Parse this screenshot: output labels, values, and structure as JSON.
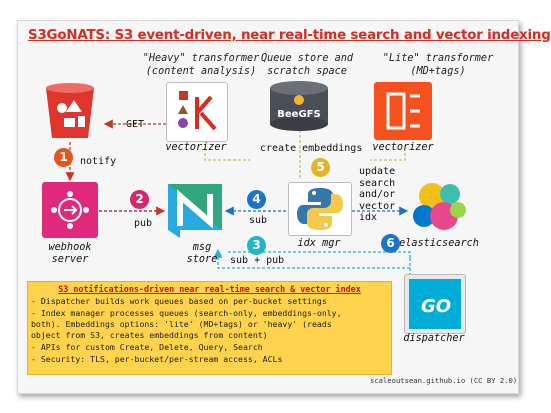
{
  "title": "S3GoNATS: S3 event-driven, near real-time search and vector indexing",
  "headers": {
    "heavy": [
      "\"Heavy\" transformer",
      "(content analysis)"
    ],
    "queue": [
      "Queue store and",
      "scratch space"
    ],
    "lite": [
      "\"Lite\" transformer",
      "(MD+tags)"
    ]
  },
  "nodes": {
    "webhook": [
      "webhook",
      "server"
    ],
    "heavy_vectorizer": "vectorizer",
    "beegfs": "BeeGFS",
    "lite_vectorizer": "vectorizer",
    "msg_store": [
      "msg",
      "store"
    ],
    "idx_mgr": "idx mgr",
    "elasticsearch": "elasticsearch",
    "dispatcher": "dispatcher",
    "dispatcher_logo": "GO"
  },
  "edges": {
    "get": "GET",
    "notify": "notify",
    "pub": "pub",
    "create_embeddings": "create embeddings",
    "sub": "sub",
    "update": [
      "update",
      "search",
      "and/or",
      "vector",
      "idx"
    ],
    "sub_pub": "sub + pub"
  },
  "badges": [
    {
      "n": "1",
      "color": "#e8541c"
    },
    {
      "n": "2",
      "color": "#d7266b"
    },
    {
      "n": "3",
      "color": "#22b5c9"
    },
    {
      "n": "4",
      "color": "#1b74c9"
    },
    {
      "n": "5",
      "color": "#e2b42a"
    },
    {
      "n": "6",
      "color": "#1b74c9"
    }
  ],
  "notes": {
    "title": "S3 notifications-driven near real-time search & vector index",
    "lines": [
      "- Dispatcher builds work queues based on per-bucket settings",
      "- Index manager processes queues (search-only, embeddings-only,",
      "both). Embeddings options: 'lite' (MD+tags) or 'heavy' (reads",
      "object from S3, creates embeddings from content)",
      "- APIs for custom Create, Delete, Query, Search",
      "- Security: TLS, per-bucket/per-stream access, ACLs"
    ]
  },
  "credit": "scaleoutsean.github.io (CC BY 2.0)",
  "colors": {
    "title": "#d92b1f",
    "s3": "#e0352b",
    "webhook": "#e0287c",
    "vectorizer": "#f4511e",
    "notes_bg": "#ffd34d",
    "arrow_red": "#c0392b",
    "arrow_blue": "#1b74c9",
    "arrow_teal": "#22b5c9",
    "arrow_yellow": "#c8b860"
  }
}
